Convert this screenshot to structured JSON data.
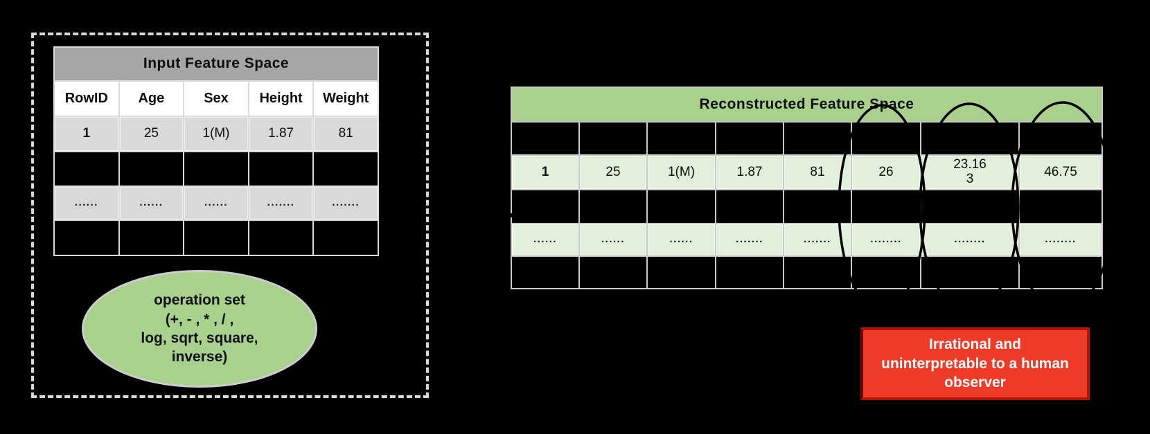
{
  "input_table": {
    "title": "Input Feature Space",
    "headers": [
      "RowID",
      "Age",
      "Sex",
      "Height",
      "Weight"
    ],
    "rows": [
      [
        "1",
        "25",
        "1(M)",
        "1.87",
        "81"
      ],
      [
        "",
        "",
        "",
        "",
        ""
      ],
      [
        "......",
        "......",
        "......",
        ".......",
        "......."
      ],
      [
        "",
        "",
        "",
        "",
        ""
      ]
    ]
  },
  "operation_set": {
    "lines": [
      "operation set",
      "(+, - , * , / ,",
      "log, sqrt, square,",
      "inverse)"
    ]
  },
  "reconstructed_table": {
    "title": "Reconstructed Feature Space",
    "headers": [
      "",
      "",
      "",
      "",
      "",
      "",
      "",
      ""
    ],
    "rows": [
      [
        "1",
        "25",
        "1(M)",
        "1.87",
        "81",
        "26",
        "23.16\n3",
        "46.75"
      ],
      [
        "",
        "",
        "",
        "",
        "",
        "",
        "",
        ""
      ],
      [
        "......",
        "......",
        "......",
        ".......",
        ".......",
        "........",
        "........",
        "........"
      ],
      [
        "",
        "",
        "",
        "",
        "",
        "",
        "",
        ""
      ]
    ]
  },
  "warning": {
    "lines": [
      "Irrational and",
      "uninterpretable to a human",
      "observer"
    ]
  },
  "colors": {
    "background": "#000000",
    "input_title_bg": "#a6a6a6",
    "input_row_bg": "#d9d9d9",
    "reconstructed_title_bg": "#a9d08d",
    "reconstructed_row_bg": "#e2efda",
    "operation_ellipse_bg": "#a9d18e",
    "warning_bg": "#ee3a27",
    "warning_border": "#b51408",
    "highlight_stroke": "#000000",
    "dashed_border": "#d9d9d9"
  }
}
